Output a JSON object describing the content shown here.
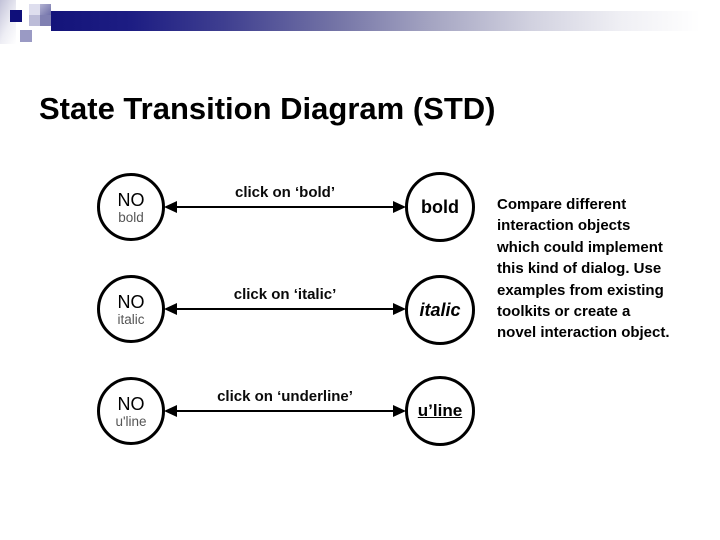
{
  "slide": {
    "title": "State Transition Diagram (STD)"
  },
  "diagram": {
    "rows": [
      {
        "left_state": {
          "line1": "NO",
          "line2": "bold"
        },
        "transition_label": "click on ‘bold’",
        "right_state": {
          "label": "bold",
          "style": "bold"
        }
      },
      {
        "left_state": {
          "line1": "NO",
          "line2": "italic"
        },
        "transition_label": "click on ‘italic’",
        "right_state": {
          "label": "italic",
          "style": "italic"
        }
      },
      {
        "left_state": {
          "line1": "NO",
          "line2": "u'line"
        },
        "transition_label": "click on ‘underline’",
        "right_state": {
          "label": "u’line",
          "style": "underline"
        }
      }
    ]
  },
  "note": {
    "text": "Compare different\ninteraction objects\nwhich could implement\nthis kind of dialog.  Use\nexamples from existing\ntoolkits or create a\nnovel interaction object."
  },
  "colors": {
    "bar_navy": "#14147a",
    "accent_square_navy": "#0f0f7a",
    "text": "#000000",
    "sublabel_gray": "#555555"
  }
}
